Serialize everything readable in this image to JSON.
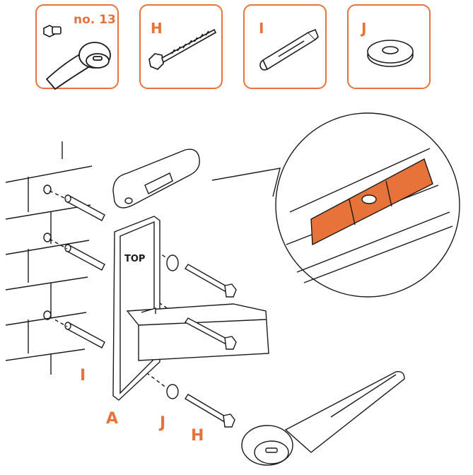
{
  "parts": [
    {
      "id": "tool",
      "label": "no. 13",
      "icon": "socket-wrench-icon"
    },
    {
      "id": "H",
      "label": "H",
      "icon": "hex-screw-icon"
    },
    {
      "id": "I",
      "label": "I",
      "icon": "wall-plug-icon"
    },
    {
      "id": "J",
      "label": "J",
      "icon": "washer-icon"
    }
  ],
  "diagram": {
    "labels": {
      "plug": "I",
      "bracket": "A",
      "washer": "J",
      "screw": "H",
      "top": "TOP"
    },
    "accent_color": "#e8733a",
    "line_color": "#1a1a1a"
  }
}
